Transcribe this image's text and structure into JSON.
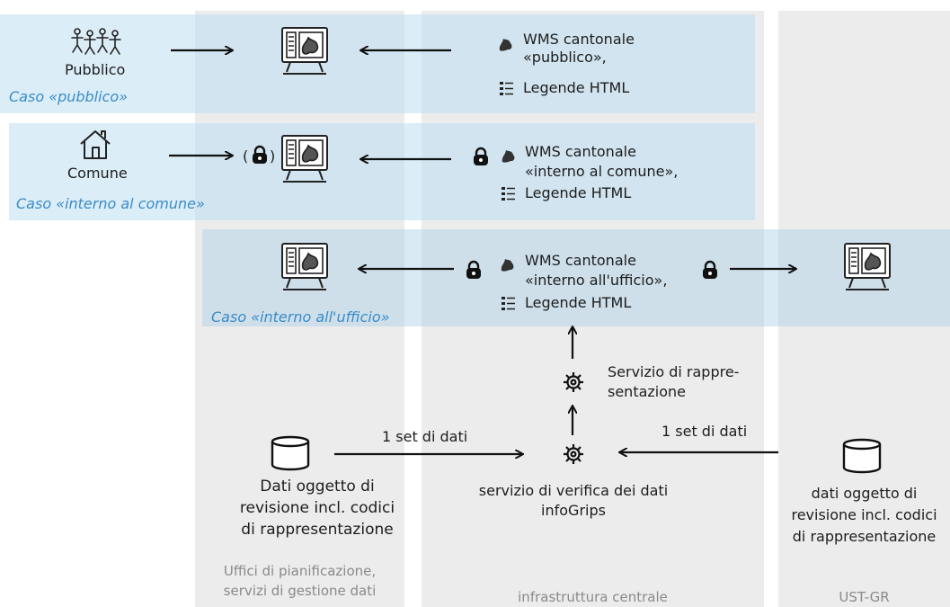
{
  "columns": {
    "offices_label": [
      "Uffici di pianificazione,",
      "servizi di gestione dati"
    ],
    "central_label": "infrastruttura centrale",
    "ust_label": "UST-GR"
  },
  "row_public": {
    "actor_label": "Pubblico",
    "case_label": "Caso «pubblico»",
    "wms_lines": [
      "WMS cantonale",
      "«pubblico»,"
    ],
    "legend_label": "Legende HTML"
  },
  "row_commune": {
    "actor_label": "Comune",
    "case_label": "Caso «interno al comune»",
    "lock_parens": [
      "(",
      ")"
    ],
    "wms_lines": [
      "WMS cantonale",
      "«interno al comune»,"
    ],
    "legend_label": "Legende HTML"
  },
  "row_office": {
    "case_label": "Caso «interno all'ufficio»",
    "wms_lines": [
      "WMS cantonale",
      "«interno all'ufficio»,"
    ],
    "legend_label": "Legende HTML"
  },
  "services": {
    "representation_lines": [
      "Servizio di rappre-",
      "sentazione"
    ],
    "verification_lines": [
      "servizio di verifica dei dati",
      "infoGrips"
    ]
  },
  "data_left": {
    "flow_label": "1 set di dati",
    "lines": [
      "Dati oggetto di",
      "revisione incl. codici",
      "di rappresentazione"
    ]
  },
  "data_right": {
    "flow_label": "1 set di dati",
    "lines": [
      "dati oggetto di",
      "revisione incl. codici",
      "di rappresentazione"
    ]
  }
}
